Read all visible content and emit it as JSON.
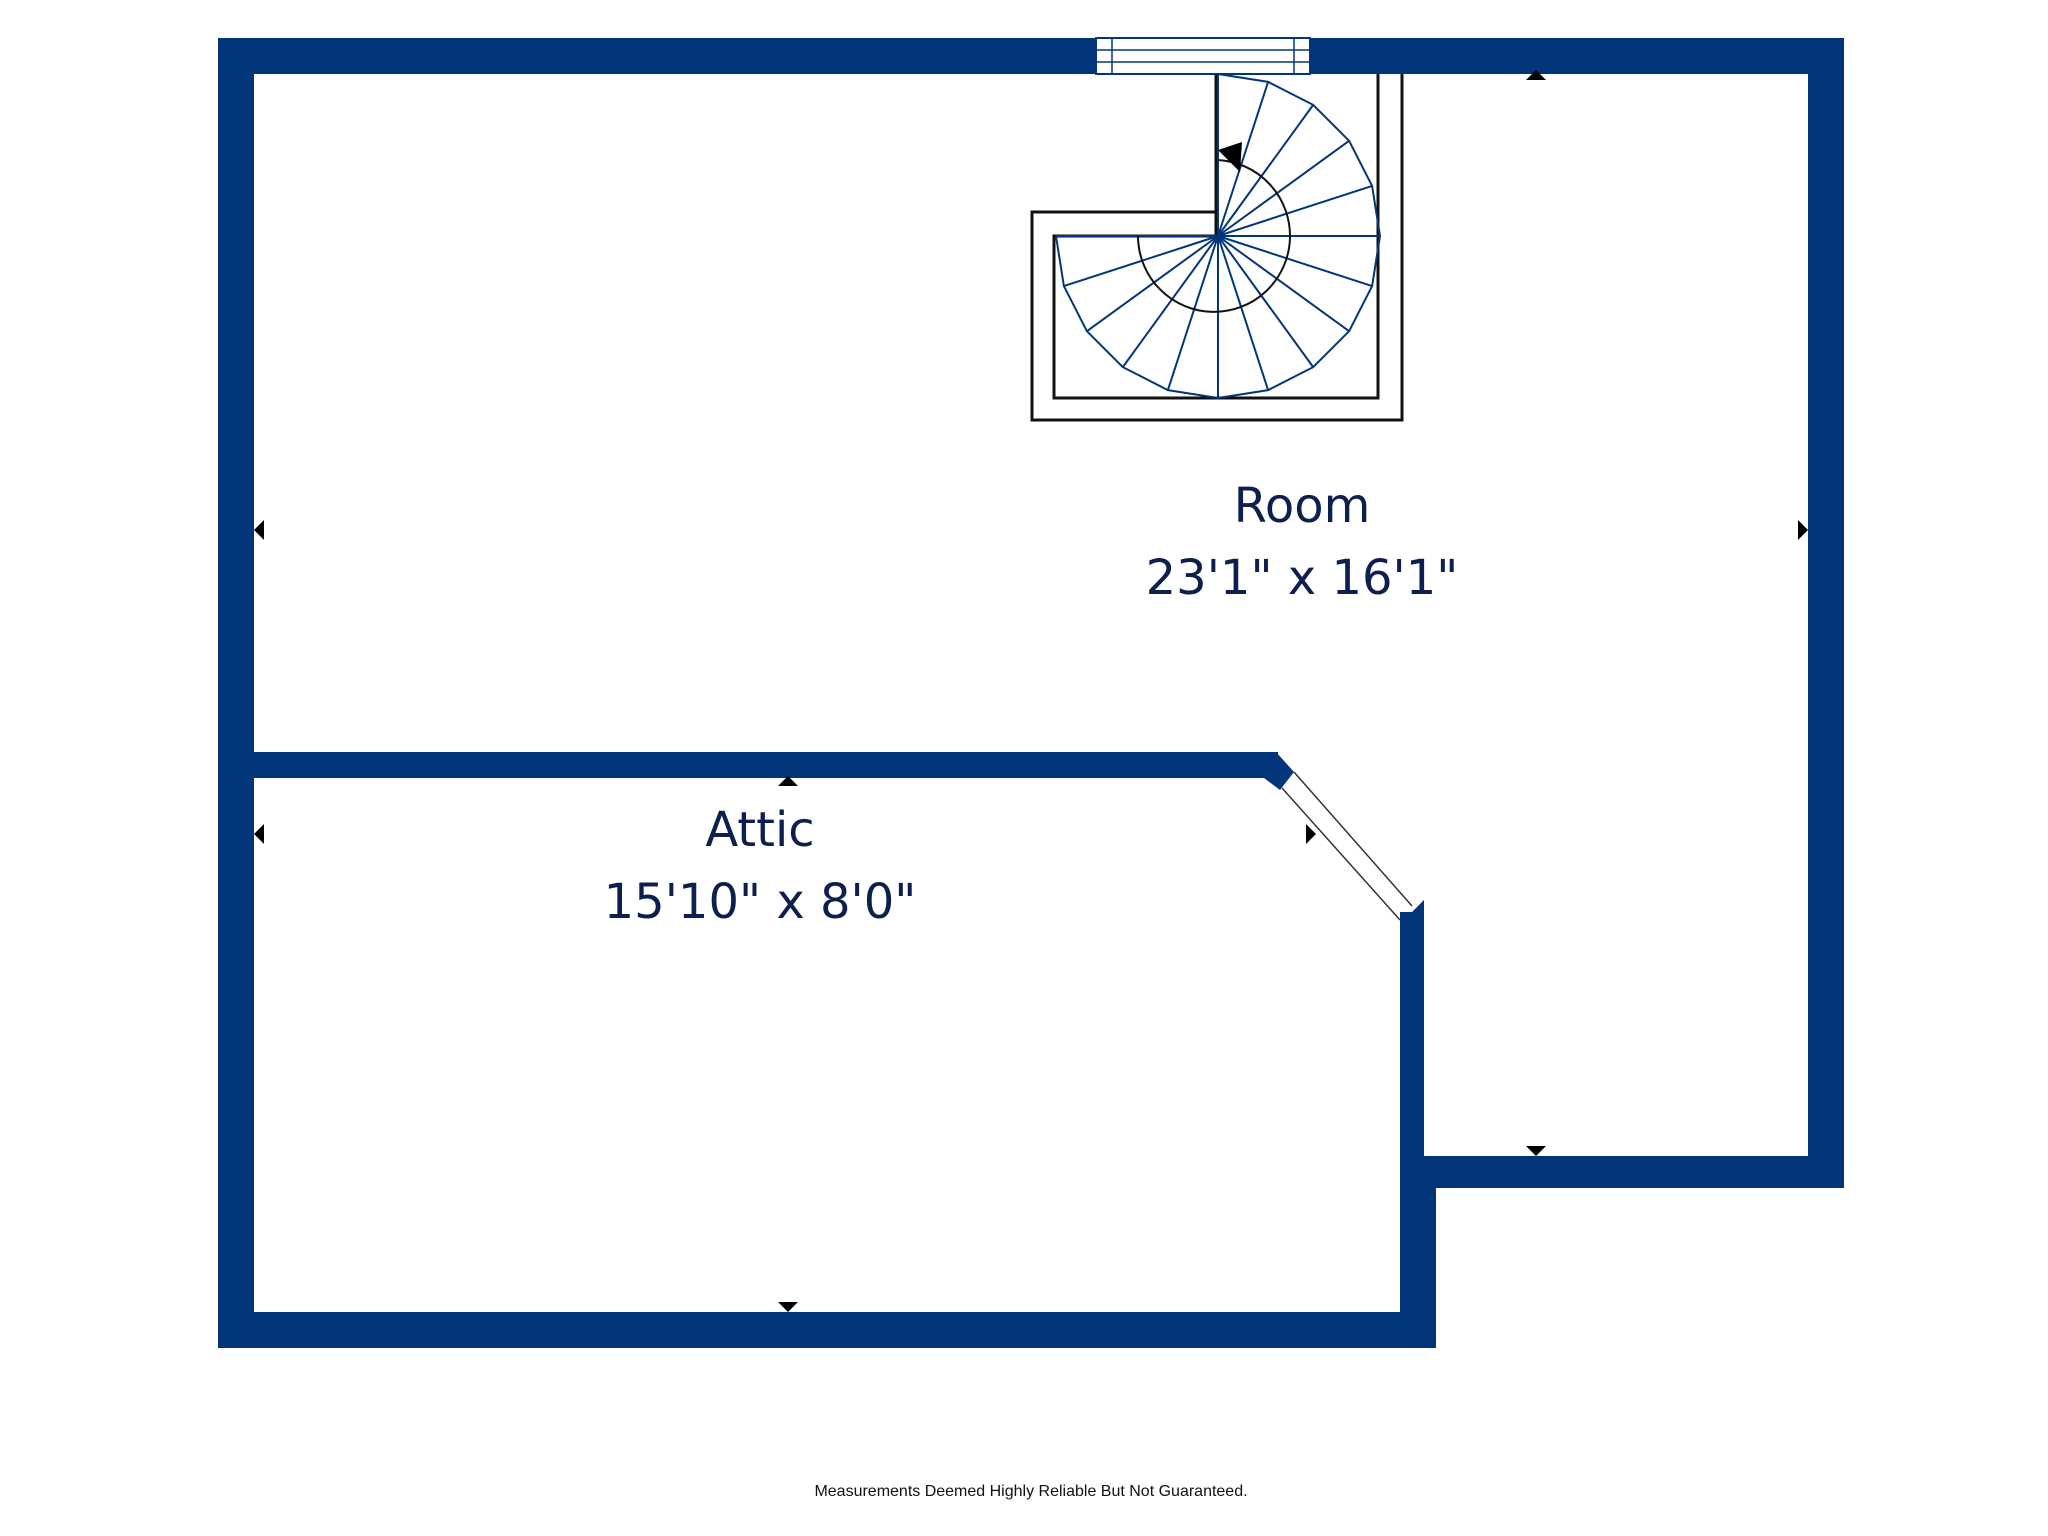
{
  "colors": {
    "wall": "#03357a",
    "stair_line": "#03357a",
    "fixture_line": "#111111",
    "text": "#0d1f4f",
    "background": "#ffffff"
  },
  "rooms": [
    {
      "name": "Room",
      "dimensions": "23'1\" x 16'1\""
    },
    {
      "name": "Attic",
      "dimensions": "15'10\" x 8'0\""
    }
  ],
  "features": {
    "window": "window",
    "stairs": "spiral-staircase",
    "stair_direction": "up-arrow",
    "doorway": "angled-opening"
  },
  "footer": {
    "disclaimer": "Measurements Deemed Highly Reliable But Not Guaranteed."
  }
}
